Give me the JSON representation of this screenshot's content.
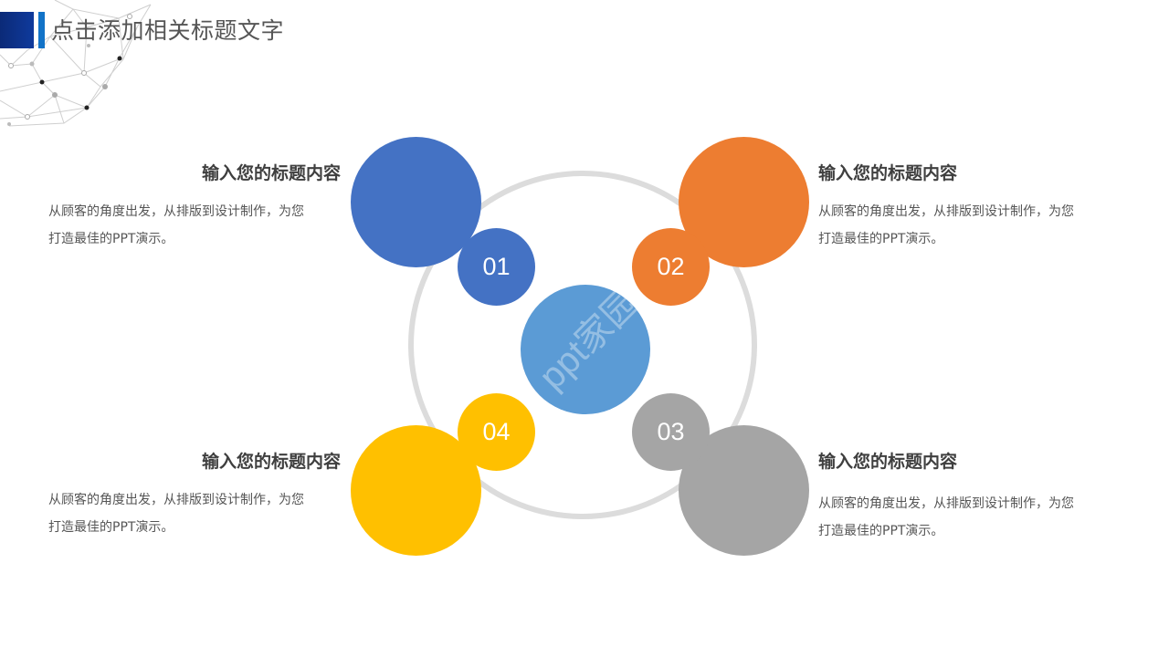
{
  "header": {
    "title": "点击添加相关标题文字",
    "accent_dark": "#0b2a78",
    "accent_blue": "#1273c8"
  },
  "diagram": {
    "center_color": "#5b9bd5",
    "ring_color": "#dcdcdc",
    "watermark": "ppt家园",
    "items": [
      {
        "number": "01",
        "color": "#4472c4",
        "title": "输入您的标题内容",
        "desc_line1": "从顾客的角度出发，从排版到设计制作，为您",
        "desc_line2": "打造最佳的PPT演示。"
      },
      {
        "number": "02",
        "color": "#ed7d31",
        "title": "输入您的标题内容",
        "desc_line1": "从顾客的角度出发，从排版到设计制作，为您",
        "desc_line2": "打造最佳的PPT演示。"
      },
      {
        "number": "03",
        "color": "#a5a5a5",
        "title": "输入您的标题内容",
        "desc_line1": "从顾客的角度出发，从排版到设计制作，为您",
        "desc_line2": "打造最佳的PPT演示。"
      },
      {
        "number": "04",
        "color": "#ffc000",
        "title": "输入您的标题内容",
        "desc_line1": "从顾客的角度出发，从排版到设计制作，为您",
        "desc_line2": "打造最佳的PPT演示。"
      }
    ]
  }
}
